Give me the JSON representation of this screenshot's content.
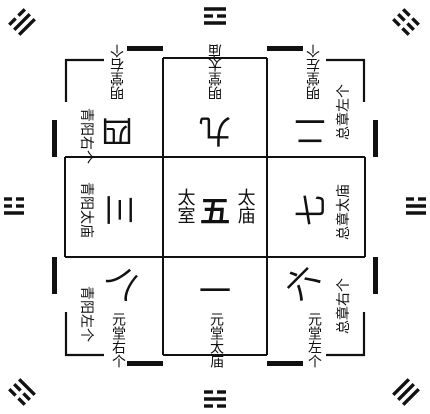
{
  "diagram": {
    "numerals": {
      "top_left": "四",
      "top_center": "九",
      "top_right": "二",
      "middle_left": "三",
      "center": "五",
      "middle_right": "七",
      "bottom_left": "八",
      "bottom_center": "一",
      "bottom_right": "六"
    },
    "rooms": {
      "center_right": "太庙",
      "center_left": "太室",
      "top_left_label": "明堂右个",
      "top_center_label": "明堂太庙",
      "top_right_label": "明堂左个",
      "left_top_label": "青阳右个",
      "left_center_label": "青阳太庙",
      "left_bottom_label": "青阳左个",
      "right_top_label": "总章左个",
      "right_center_label": "总章太庙",
      "right_bottom_label": "总章右个",
      "bottom_left_label": "元堂右个",
      "bottom_center_label": "元堂太庙",
      "bottom_right_label": "元堂左个"
    },
    "trigrams": {
      "top_left": "☴",
      "top_center": "☲",
      "top_right": "☷",
      "middle_left": "☳",
      "middle_right": "☱",
      "bottom_left": "☶",
      "bottom_center": "☵",
      "bottom_right": "☰"
    }
  }
}
